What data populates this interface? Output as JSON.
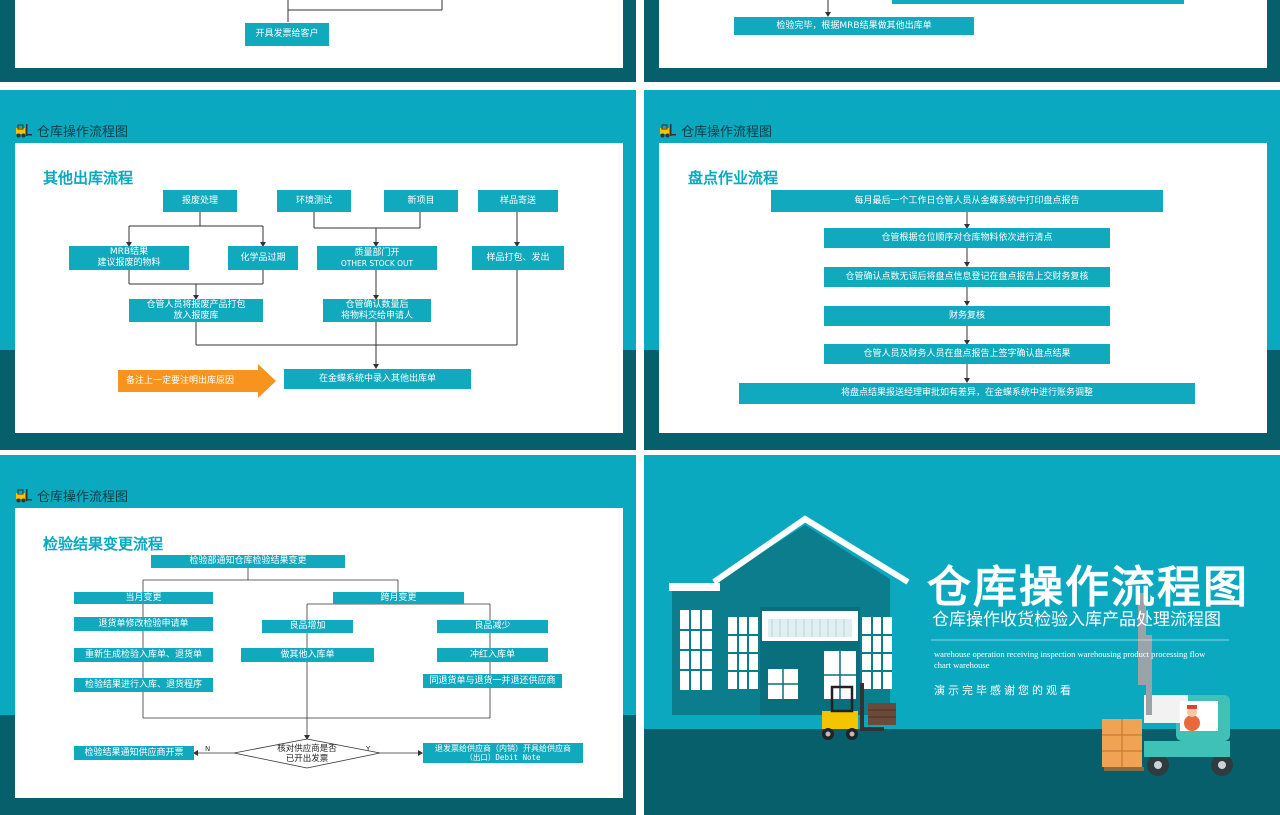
{
  "slide1": {
    "box_label": "开具发票给客户"
  },
  "slide2": {
    "box_label": "检验完毕，根据MRB结果做其他出库单"
  },
  "slide3": {
    "header": "仓库操作流程图",
    "title": "其他出库流程",
    "boxes": {
      "scrap": "报废处理",
      "env_test": "环境测试",
      "new_project": "新项目",
      "sample_send": "样品寄送",
      "mrb_line1": "MRB结果",
      "mrb_line2": "建议报废的物料",
      "chem_expired": "化学品过期",
      "qa_line1": "质量部门开",
      "qa_line2": "OTHER STOCK OUT",
      "sample_pack": "样品打包、发出",
      "pack_line1": "仓管人员将报废产品打包",
      "pack_line2": "放入报废库",
      "confirm_line1": "仓管确认数量后",
      "confirm_line2": "将物料交给申请人",
      "kingdee_entry": "在金蝶系统中录入其他出库单"
    },
    "note_arrow": "备注上一定要注明出库原因"
  },
  "slide4": {
    "header": "仓库操作流程图",
    "title": "盘点作业流程",
    "steps": [
      "每月最后一个工作日仓管人员从金蝶系统中打印盘点报告",
      "仓管根据仓位顺序对仓库物料依次进行清点",
      "仓管确认点数无误后将盘点信息登记在盘点报告上交财务复核",
      "财务复核",
      "仓管人员及财务人员在盘点报告上签字确认盘点结果",
      "将盘点结果报送经理审批如有差异，在金蝶系统中进行账务调整"
    ]
  },
  "slide5": {
    "header": "仓库操作流程图",
    "title": "检验结果变更流程",
    "boxes": {
      "notify": "检验部通知仓库检验结果变更",
      "same_month": "当月变更",
      "cross_month": "跨月变更",
      "modify_return": "退货单修改检验申请单",
      "regen": "重新生成检验入库单、退货单",
      "proceed": "检验结果进行入库、退货程序",
      "good_inc": "良品增加",
      "good_dec": "良品减少",
      "other_in": "做其他入库单",
      "red_entry": "冲红入库单",
      "return_together": "同退货单与退货一并退还供应商",
      "notify_supplier": "检验结果通知供应商开票",
      "decision_line1": "核对供应商是否",
      "decision_line2": "已开出发票",
      "invoice_line1": "退发票给供应商（内销）开具给供应商",
      "invoice_line2": "（出口）Debit Note"
    },
    "label_n": "N",
    "label_y": "Y"
  },
  "cover": {
    "title": "仓库操作流程图",
    "subtitle": "仓库操作收货检验入库产品处理流程图",
    "english": "warehouse operation receiving inspection warehousing product processing flow chart warehouse",
    "thanks": "演示完毕感谢您的观看"
  },
  "colors": {
    "teal": "#0aa9bf",
    "dark_teal": "#075f6b",
    "box": "#10a9bd",
    "orange": "#f7941d"
  }
}
